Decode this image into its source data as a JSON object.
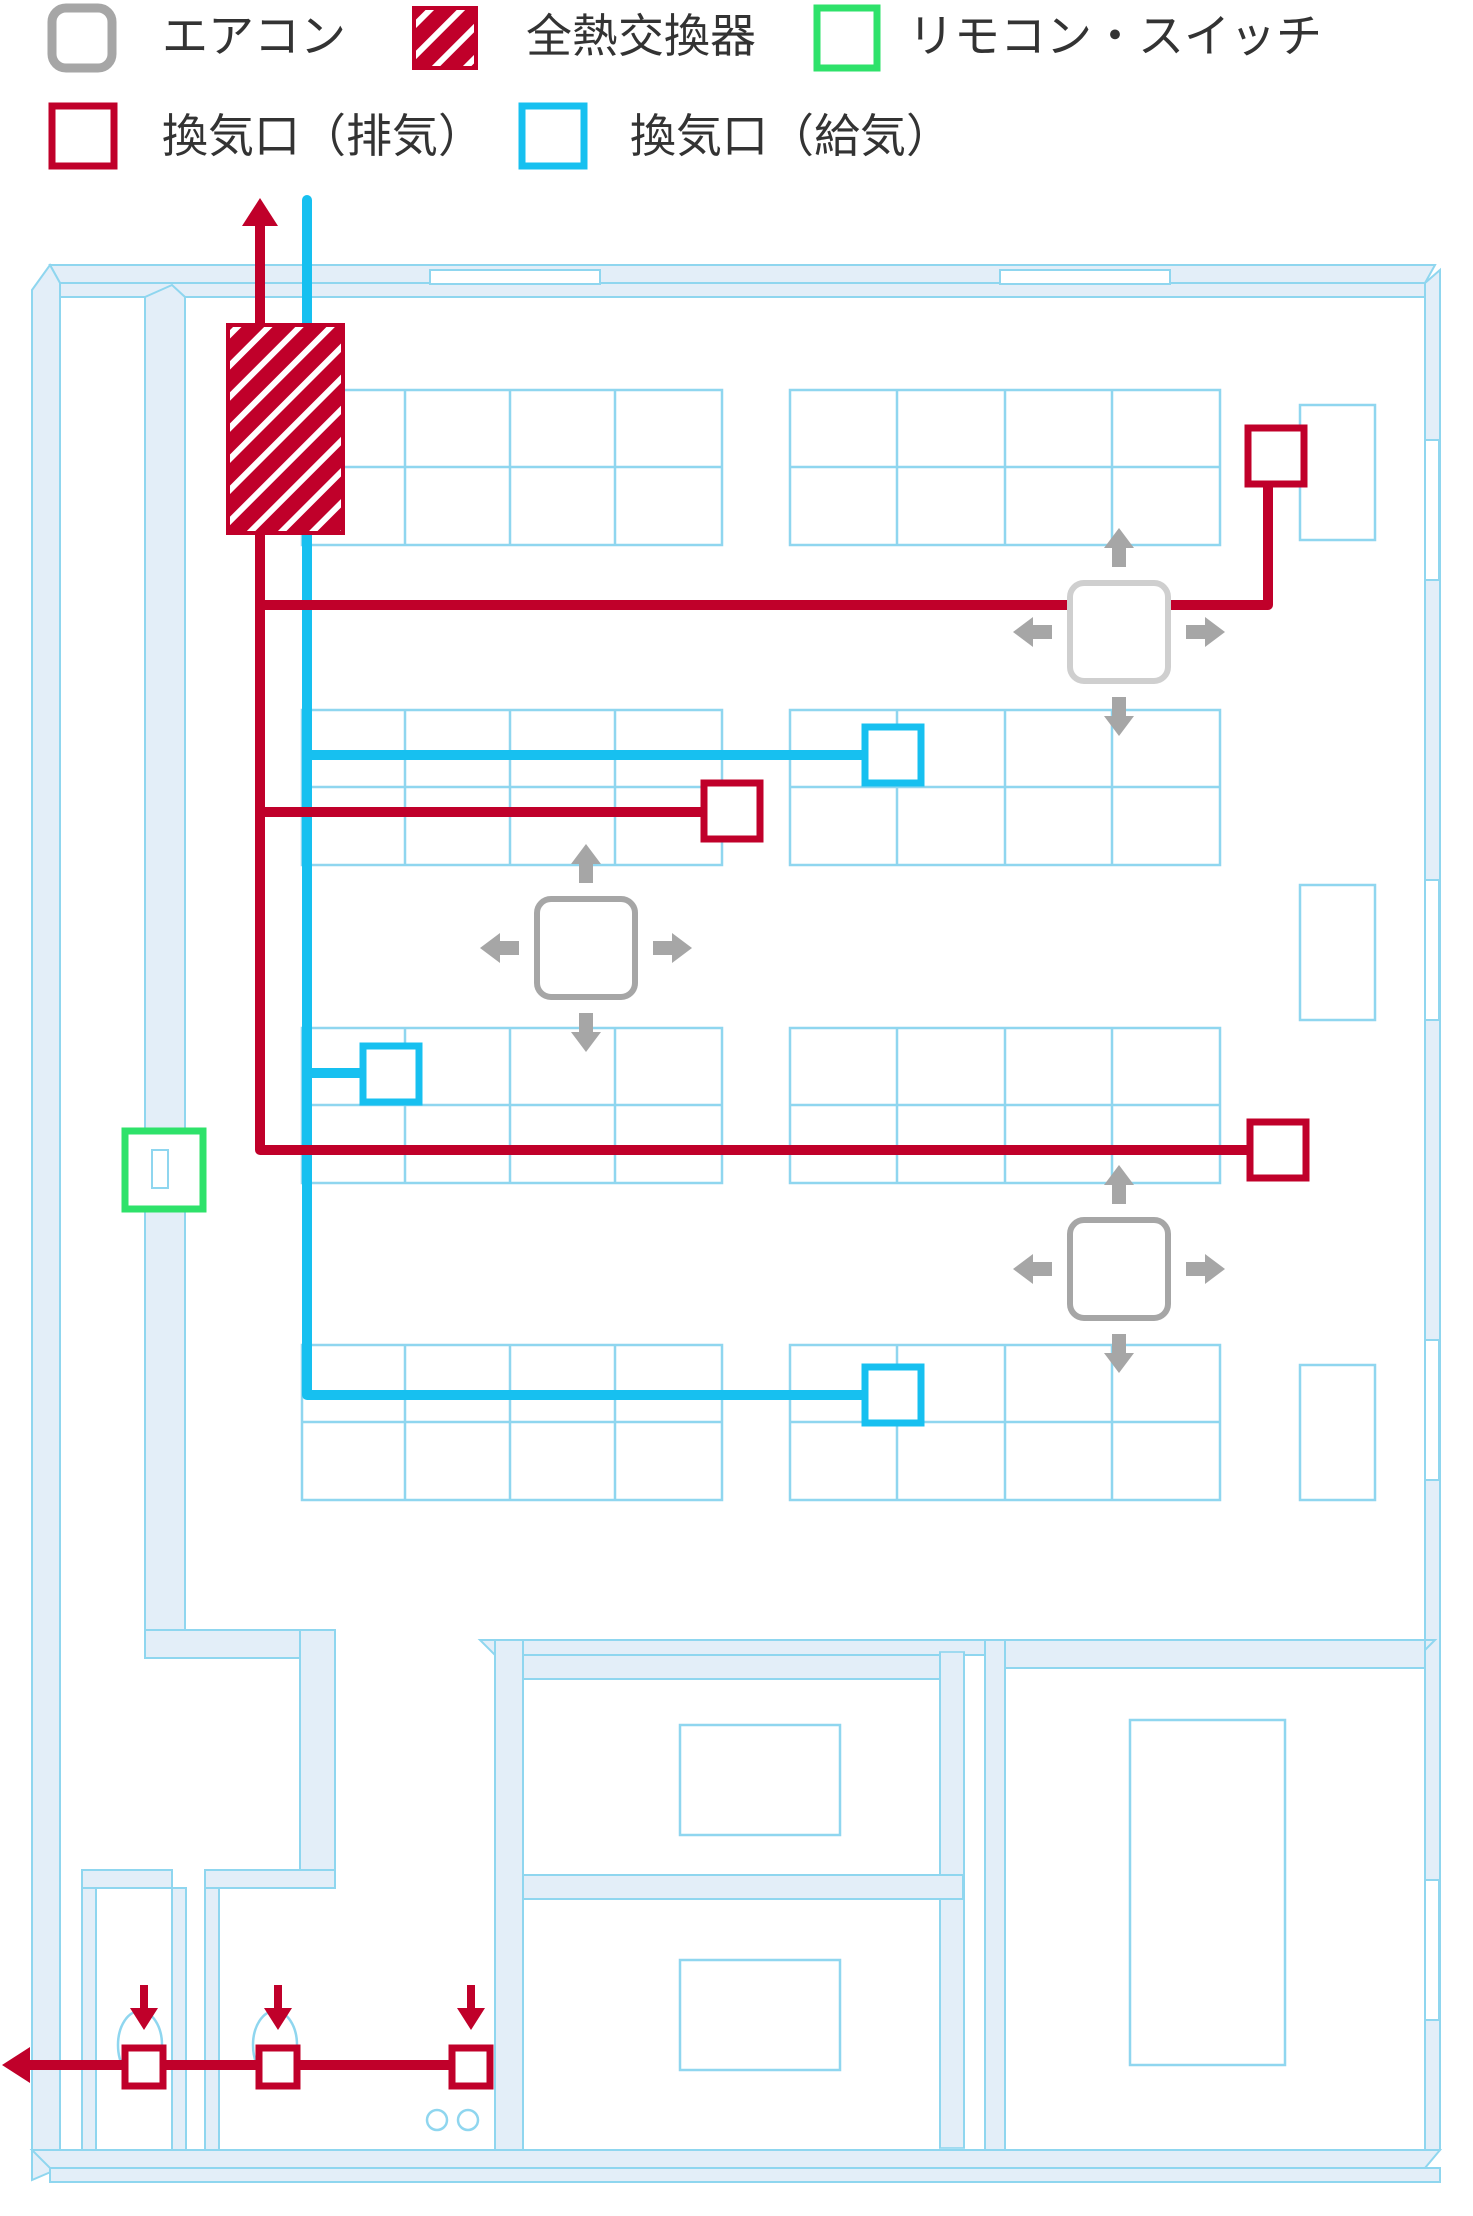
{
  "legend": {
    "aircon": "エアコン",
    "heat_exchanger": "全熱交換器",
    "remote_switch": "リモコン・スイッチ",
    "exhaust_vent": "換気口（排気）",
    "supply_vent": "換気口（給気）"
  },
  "colors": {
    "aircon": "#a6a6a6",
    "exhaust": "#c0002a",
    "supply": "#17c0f0",
    "switch": "#2ee26a",
    "plan_line": "#8fd6ef",
    "wall_fill": "#e3eef8"
  },
  "icons": {
    "aircon": "rounded-square-icon",
    "heat_exchanger": "hatched-box-icon",
    "airflow": "arrow-icon"
  }
}
